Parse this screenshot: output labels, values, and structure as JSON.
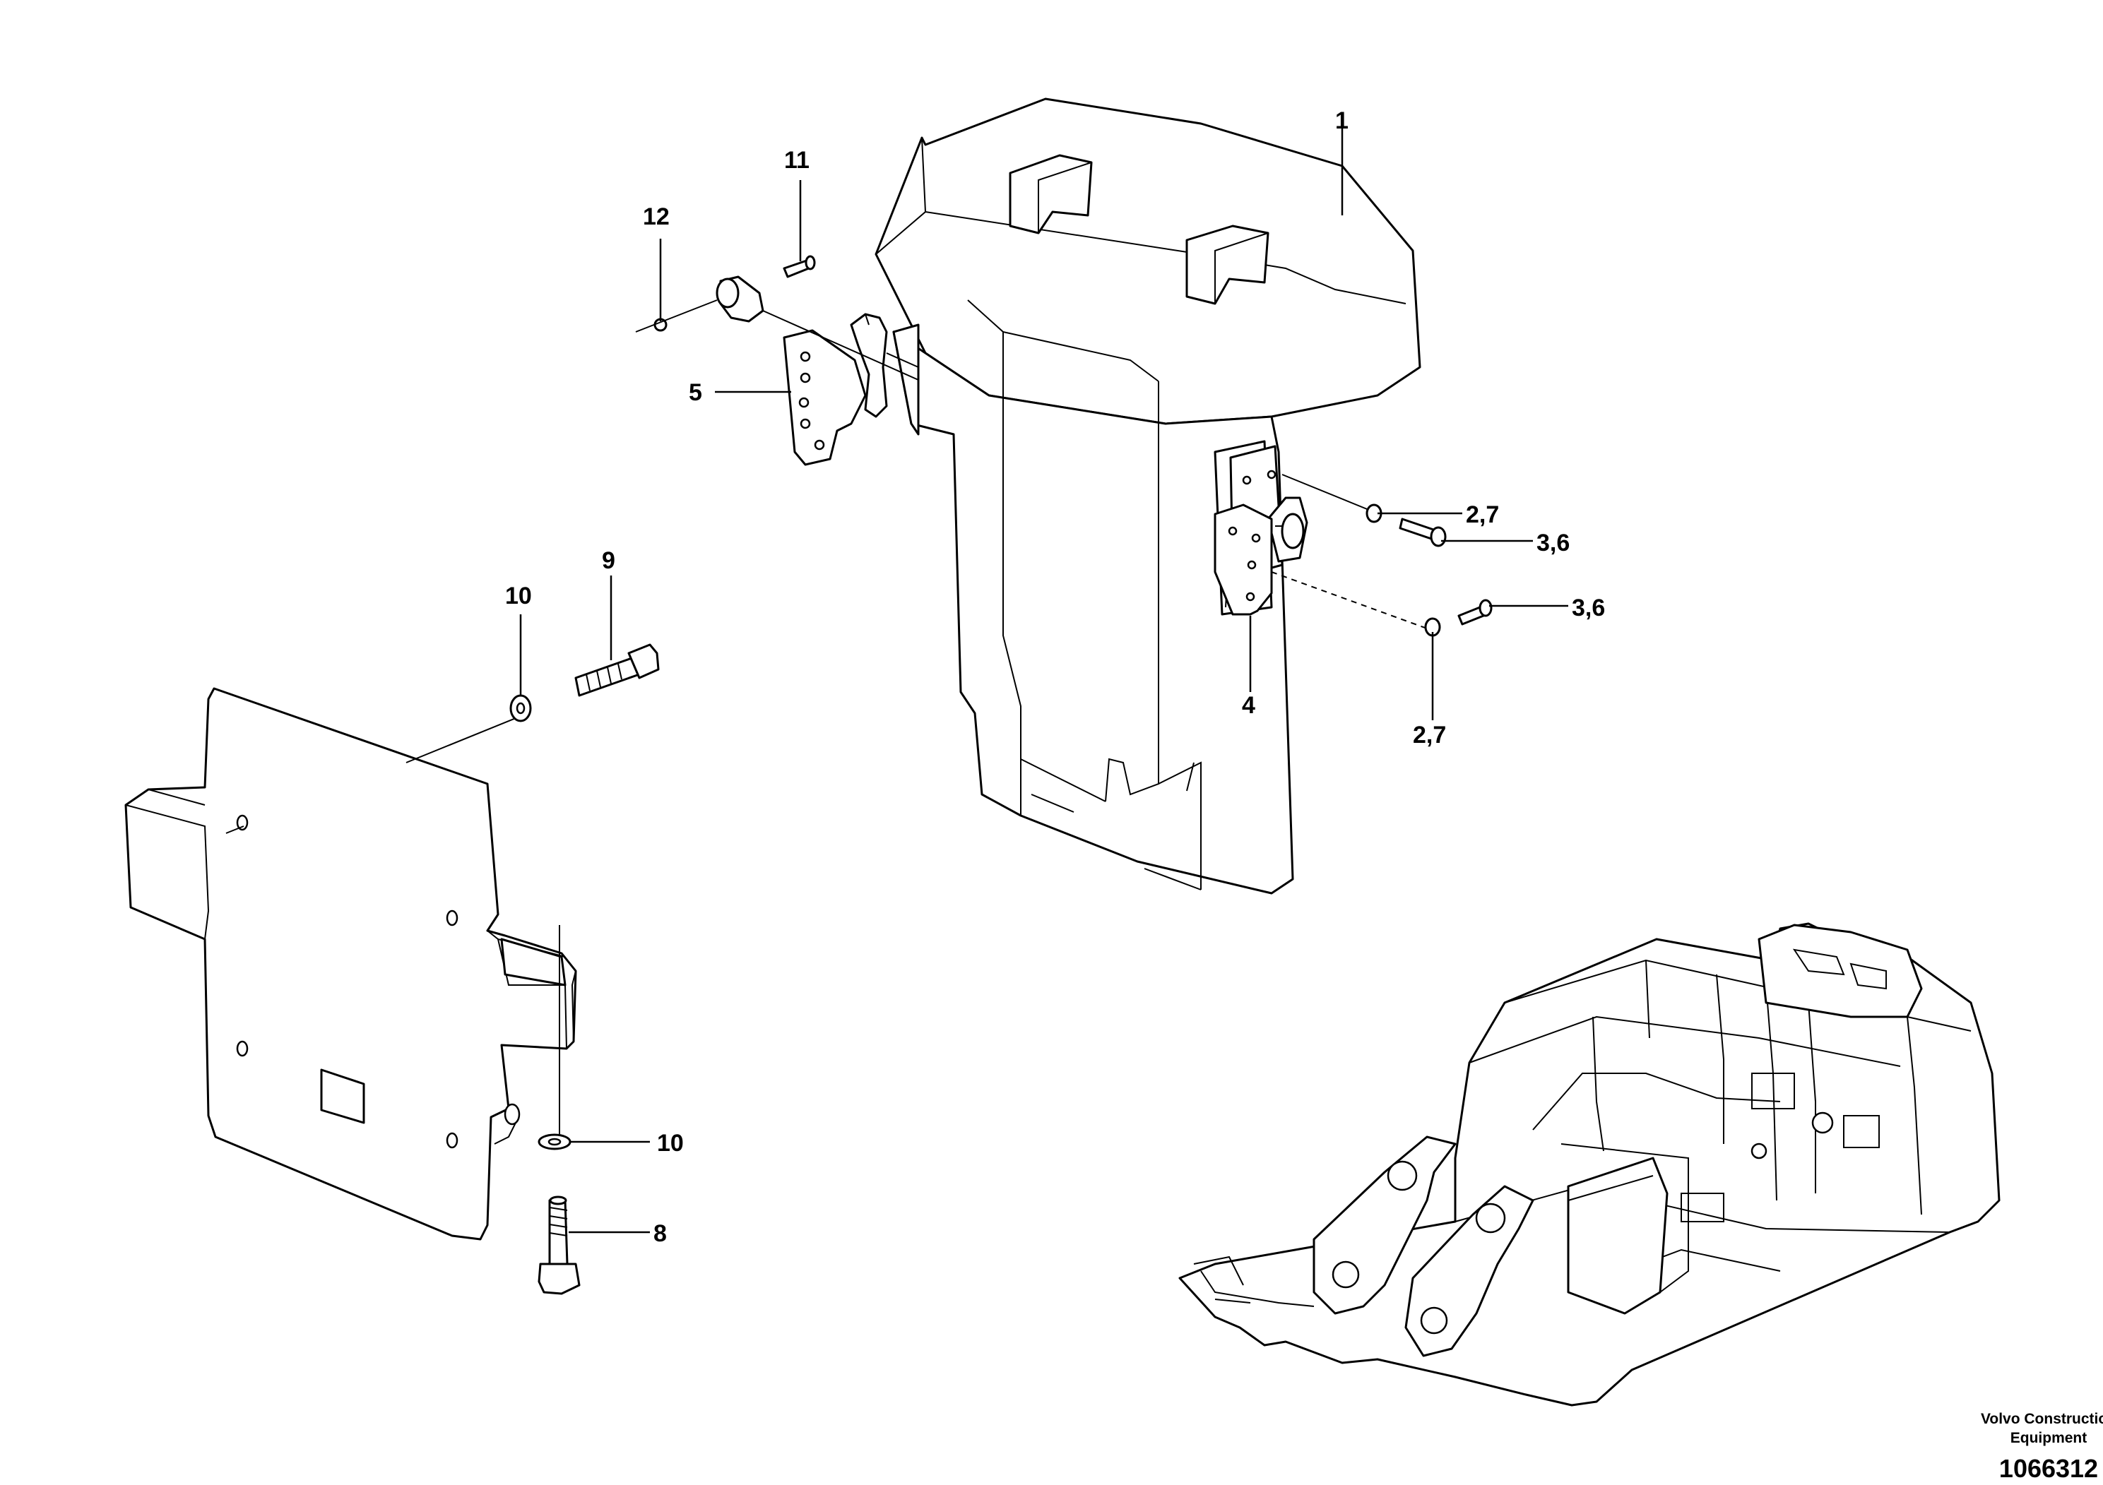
{
  "callouts": {
    "c1": "1",
    "c11": "11",
    "c12": "12",
    "c5": "5",
    "c27a": "2,7",
    "c36a": "3,6",
    "c36b": "3,6",
    "c4": "4",
    "c27b": "2,7",
    "c10a": "10",
    "c9": "9",
    "c10b": "10",
    "c8": "8"
  },
  "footer": {
    "company_line1": "Volvo Construction",
    "company_line2": "Equipment",
    "drawing_number": "1066312"
  }
}
